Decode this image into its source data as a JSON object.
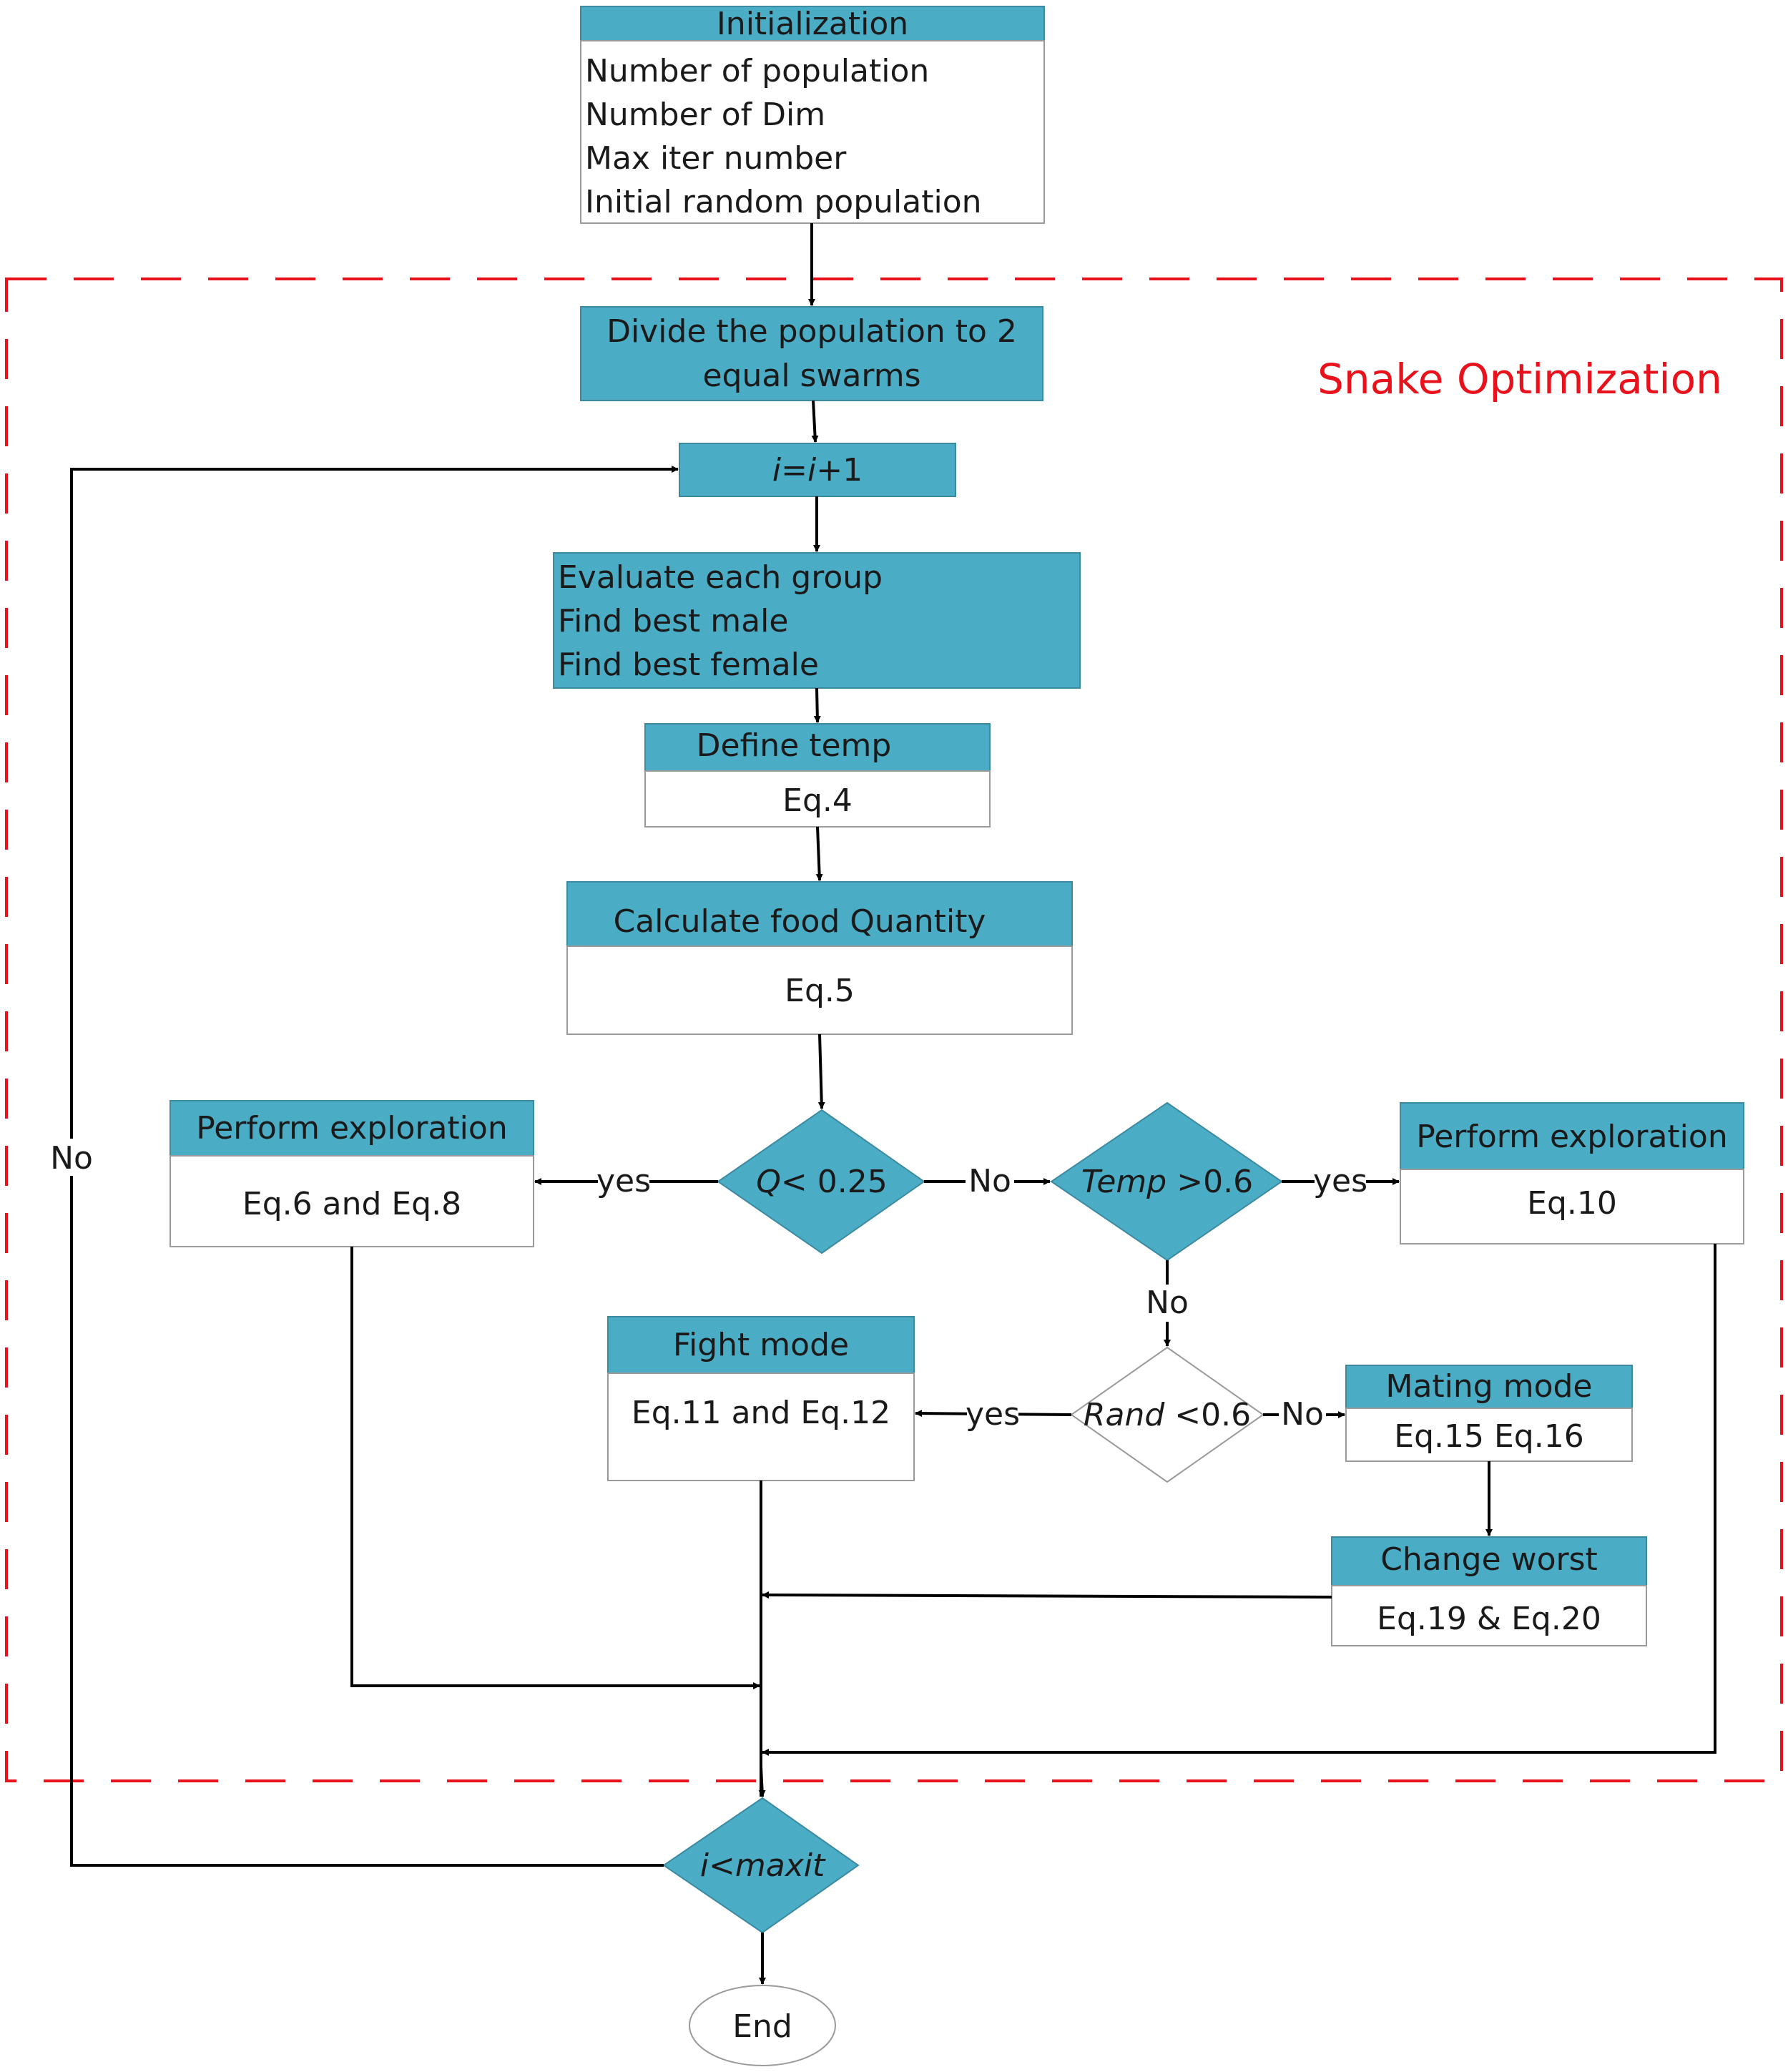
{
  "region": {
    "label": "Snake Optimization",
    "color": "#e8121c"
  },
  "colors": {
    "box_fill": "#4bacc6",
    "line": "#000000"
  },
  "init": {
    "title": "Initialization",
    "lines": [
      "Number of population",
      "Number of Dim",
      "Max iter number",
      "Initial random population"
    ]
  },
  "divide": {
    "line1": "Divide the population to 2",
    "line2": "equal swarms"
  },
  "increment": {
    "a": "i",
    "b": "=",
    "c": "i",
    "d": "+1"
  },
  "evaluate": {
    "lines": [
      "Evaluate each group",
      "Find best male",
      "Find best female"
    ]
  },
  "temp": {
    "title": "Define temp",
    "eq": "Eq.4"
  },
  "food": {
    "title": "Calculate food Quantity",
    "eq": "Eq.5"
  },
  "explore_left": {
    "title": "Perform exploration",
    "eq": "Eq.6 and Eq.8"
  },
  "decision_q": {
    "var": "Q",
    "rest": "< 0.25"
  },
  "decision_temp": {
    "var": "Temp",
    "rest": " >0.6"
  },
  "explore_right": {
    "title": "Perform exploration",
    "eq": "Eq.10"
  },
  "fight": {
    "title": "Fight mode",
    "eq": "Eq.11 and Eq.12"
  },
  "decision_rand": {
    "var": "Rand",
    "rest": " <0.6"
  },
  "mating": {
    "title": "Mating mode",
    "eq": "Eq.15 Eq.16"
  },
  "worst": {
    "title": "Change worst",
    "eq": "Eq.19 & Eq.20"
  },
  "decision_iter": {
    "a": "i",
    "b": "<",
    "c": "maxit"
  },
  "end": {
    "label": "End"
  },
  "edges": {
    "q_yes": "yes",
    "q_no": "No",
    "temp_yes": "yes",
    "temp_no": "No",
    "rand_yes": "yes",
    "rand_no": "No",
    "loop_no": "No"
  }
}
